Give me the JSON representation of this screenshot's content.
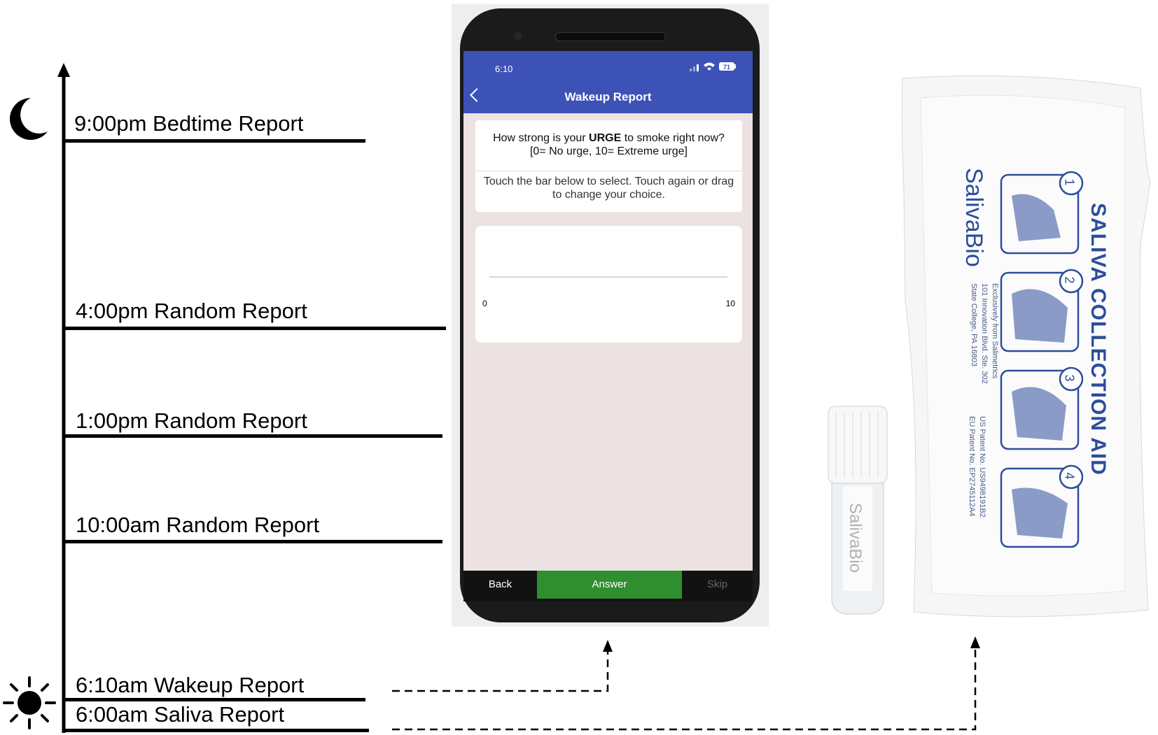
{
  "timeline": {
    "reports": [
      {
        "label": "9:00pm Bedtime Report"
      },
      {
        "label": "4:00pm Random Report"
      },
      {
        "label": "1:00pm Random Report"
      },
      {
        "label": "10:00am Random Report"
      },
      {
        "label": "6:10am Wakeup Report"
      },
      {
        "label": "6:00am Saliva Report"
      }
    ],
    "night_icon": "moon-icon",
    "morning_icon": "sun-icon"
  },
  "phone": {
    "status_time": "6:10",
    "battery": "71",
    "header_title": "Wakeup Report",
    "question": {
      "pre": "How strong is your ",
      "bold": "URGE",
      "post": " to smoke right now?",
      "scale": "[0= No urge, 10= Extreme urge]"
    },
    "instruction": "Touch the bar below to select. Touch again or drag to change your choice.",
    "slider": {
      "min_label": "0",
      "max_label": "10"
    },
    "buttons": {
      "back": "Back",
      "answer": "Answer",
      "skip": "Skip"
    }
  },
  "kit": {
    "vial_brand": "SalivaBio",
    "pouch_title": "SALIVA COLLECTION AID",
    "pouch_brand": "SalivaBio",
    "pouch_address": [
      "Exclusively from Salimetrics",
      "101 Innovation Blvd. Ste. 302",
      "State College, PA 16803"
    ],
    "patents": [
      "US Patent No. US9498191B2",
      "EU Patent No. EP2745112A4"
    ],
    "steps": [
      "1",
      "2",
      "3",
      "4"
    ]
  },
  "colors": {
    "app_header": "#3d52b6",
    "answer_button": "#2f8f2f",
    "pouch_ink": "#2d4d9c"
  }
}
